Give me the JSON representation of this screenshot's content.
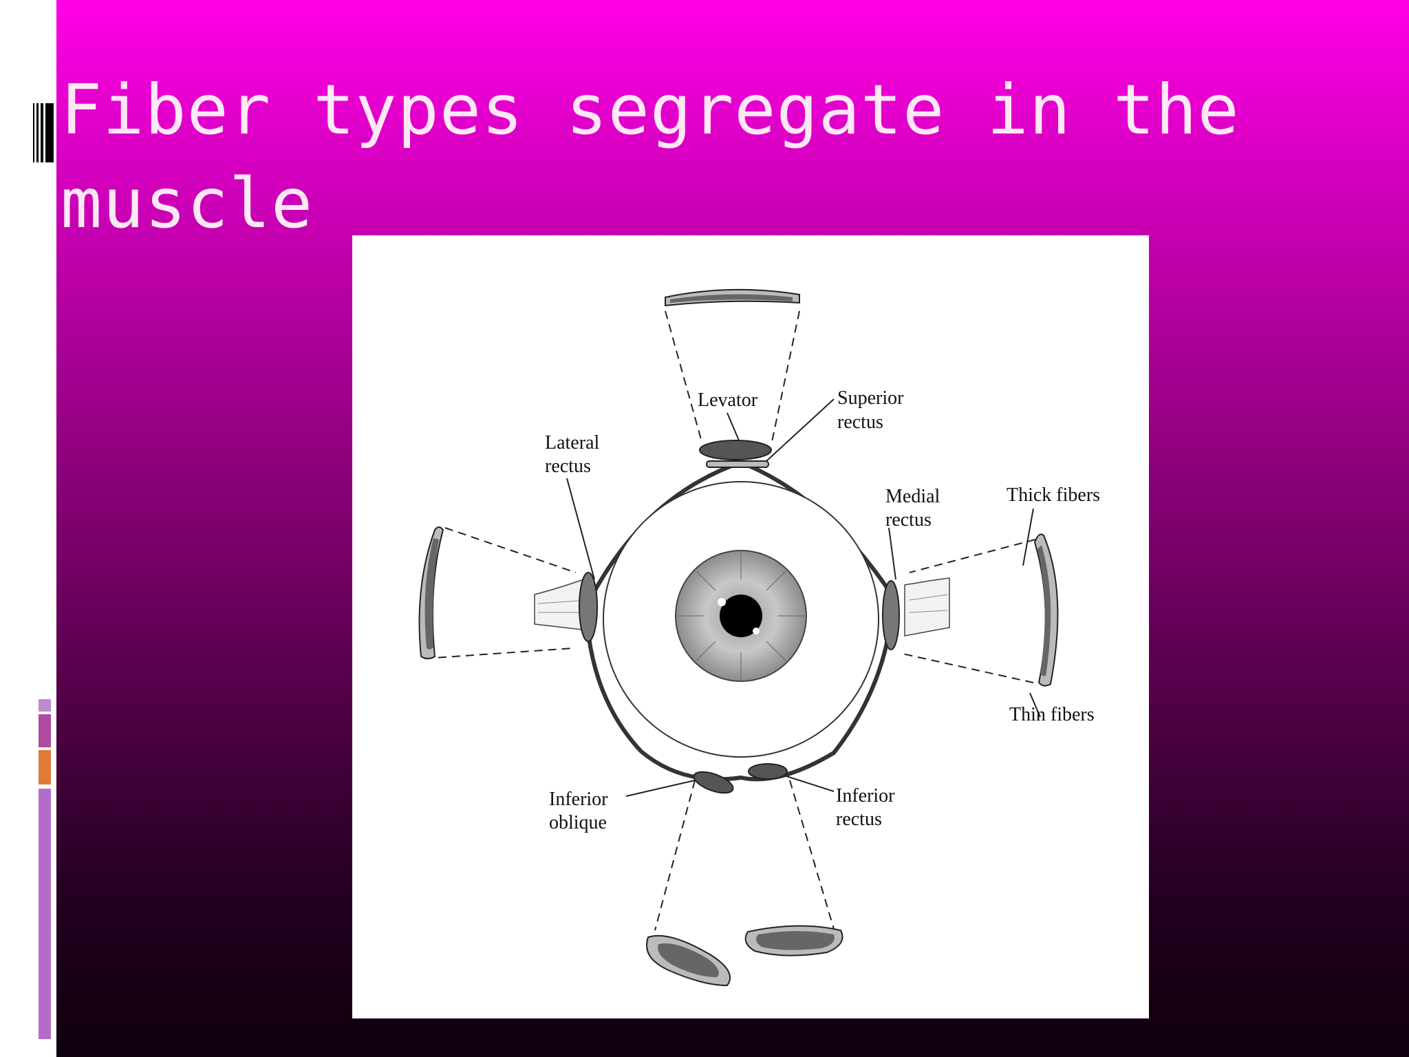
{
  "slide": {
    "title": "Fiber types segregate in the muscle"
  },
  "figure": {
    "labels": {
      "levator": "Levator",
      "superior_rectus_1": "Superior",
      "superior_rectus_2": "rectus",
      "lateral_rectus_1": "Lateral",
      "lateral_rectus_2": "rectus",
      "medial_rectus_1": "Medial",
      "medial_rectus_2": "rectus",
      "thick_fibers": "Thick fibers",
      "thin_fibers": "Thin fibers",
      "inferior_oblique_1": "Inferior",
      "inferior_oblique_2": "oblique",
      "inferior_rectus_1": "Inferior",
      "inferior_rectus_2": "rectus"
    }
  },
  "colors": {
    "gradient_top": "#ff00e6",
    "gradient_bottom": "#0f000c",
    "title_text": "#fde8f6",
    "accent_orange": "#e07a3a",
    "accent_violet": "#b46cc8",
    "accent_magenta": "#b04aa0"
  }
}
